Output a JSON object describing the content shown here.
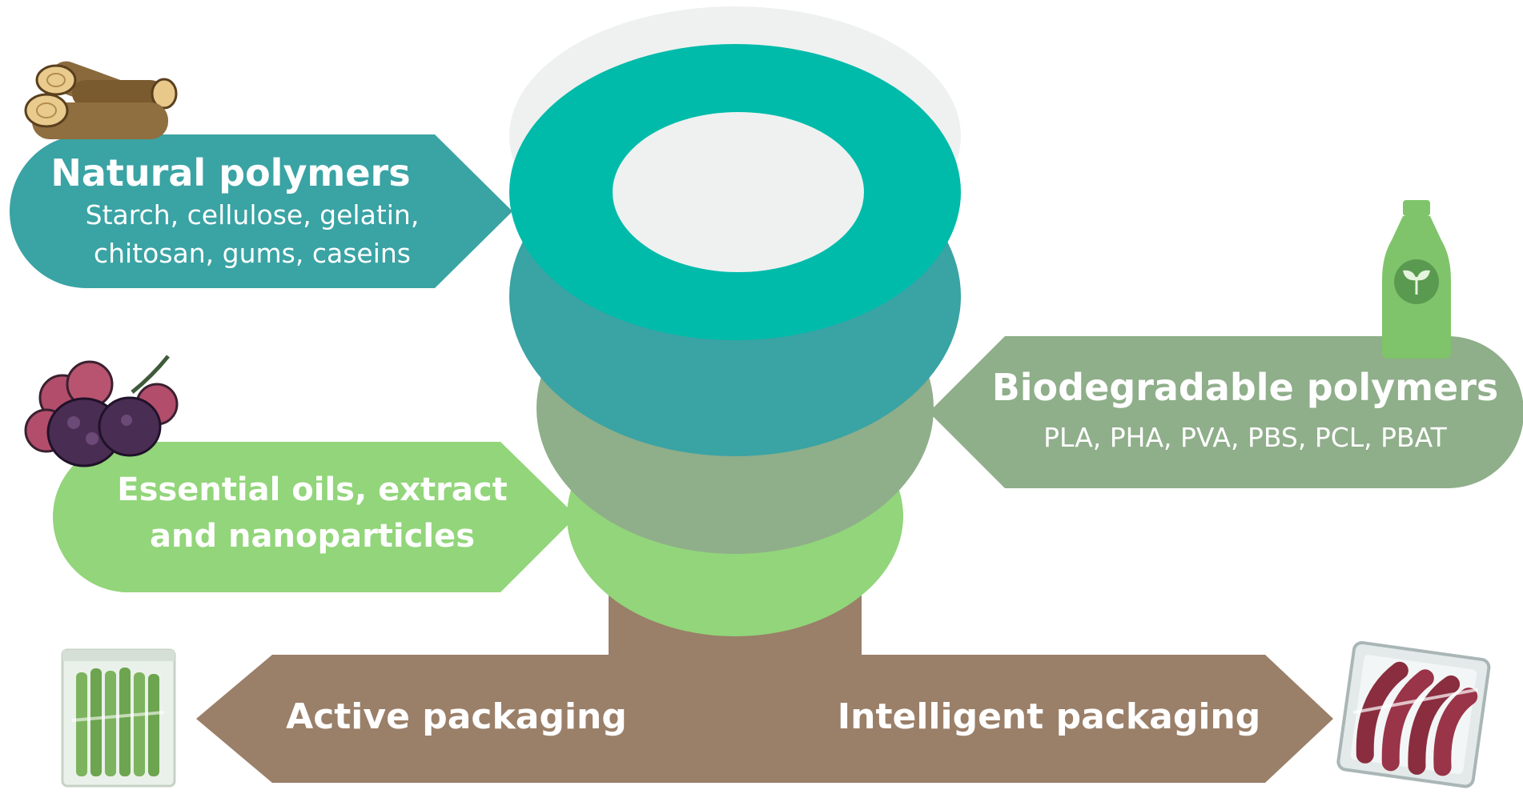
{
  "labels": {
    "natural_title": "Natural polymers",
    "natural_line1": "Starch, cellulose, gelatin,",
    "natural_line2": "chitosan, gums, caseins",
    "biodeg_title": "Biodegradable polymers",
    "biodeg_line1": "PLA, PHA, PVA, PBS, PCL, PBAT",
    "oils_line1": "Essential oils, extract",
    "oils_line2": "and nanoparticles",
    "active": "Active packaging",
    "intelligent": "Intelligent packaging"
  },
  "icons": [
    "wood-logs-icon",
    "recycled-bottle-icon",
    "berries-icon",
    "asparagus-bag-icon",
    "sausage-tray-icon"
  ],
  "colors": {
    "teal_dark": "#3aa3a4",
    "teal_bright": "#00bbaa",
    "sage": "#8fae8a",
    "light_green": "#92d57a",
    "brown": "#9a7f69",
    "pale_gray": "#eef1f0"
  }
}
